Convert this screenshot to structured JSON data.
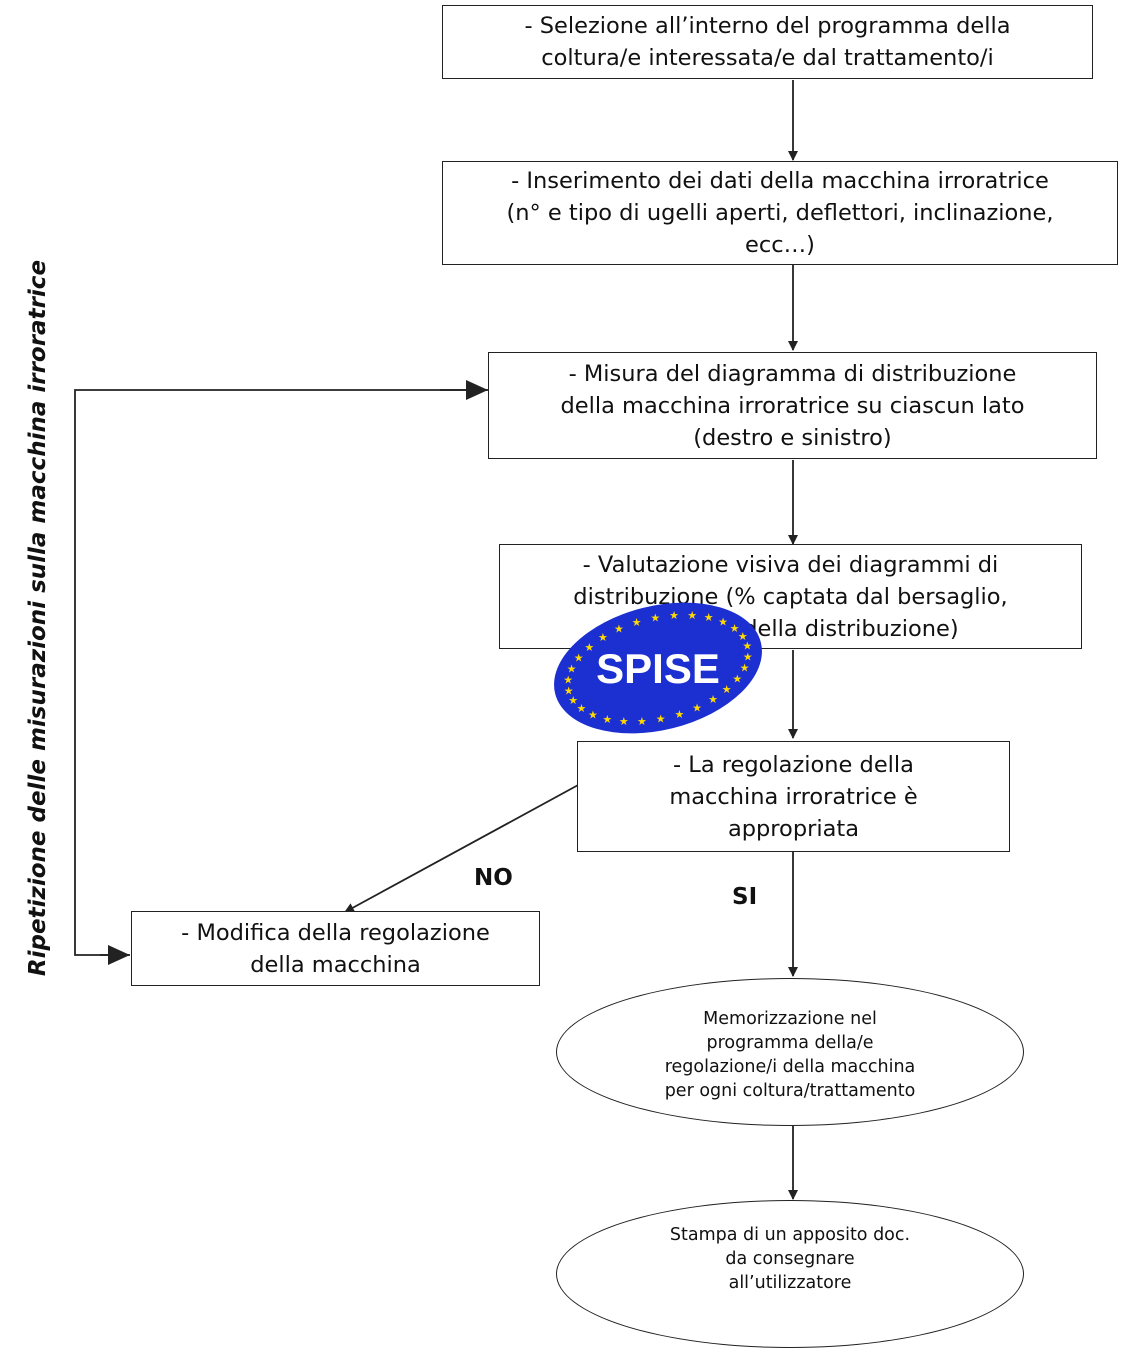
{
  "steps": {
    "selezione": "- Selezione all’interno del programma della\ncoltura/e  interessata/e dal trattamento/i",
    "inserimento": "- Inserimento dei dati della macchina irroratrice\n(n° e tipo di ugelli aperti, deflettori, inclinazione,\necc…)",
    "misura": "- Misura del diagramma di distribuzione\ndella macchina irroratrice su ciascun lato\n(destro e sinistro)",
    "valutazione": "- Valutazione visiva dei diagrammi di\ndistribuzione (% captata dal bersaglio,\nsimmetria della distribuzione)",
    "regolazione": "- La regolazione della\nmacchina irroratrice è\nappropriata",
    "modifica": "- Modifica della regolazione\ndella macchina",
    "memorizzazione": "Memorizzazione nel\nprogramma della/e\nregolazione/i della macchina\nper ogni coltura/trattamento",
    "stampa": "Stampa di un apposito doc.\nda consegnare\nall’utilizzatore"
  },
  "labels": {
    "no": "NO",
    "si": "SI"
  },
  "side_label": "Ripetizione delle misurazioni sulla macchina\nirroratrice",
  "logo": {
    "text": "SPISE",
    "fill": "#1c2fd0",
    "stars": "#ffd900"
  }
}
